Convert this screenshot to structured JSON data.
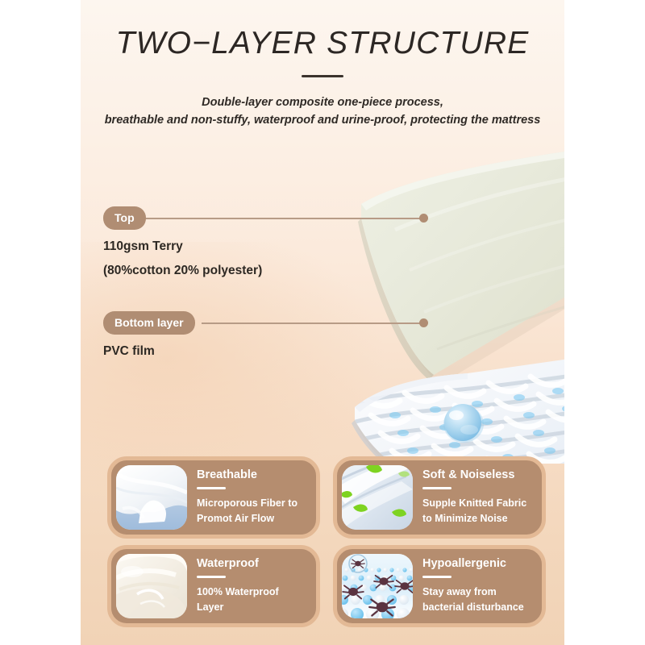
{
  "header": {
    "title": "TWO−LAYER STRUCTURE",
    "subtitle_line1": "Double-layer composite one-piece process,",
    "subtitle_line2": "breathable and non-stuffy, waterproof and urine-proof, protecting the mattress"
  },
  "callouts": [
    {
      "pill": "Top",
      "line1": "110gsm Terry",
      "line2": "(80%cotton 20% polyester)"
    },
    {
      "pill": "Bottom layer",
      "line1": "PVC film",
      "line2": ""
    }
  ],
  "cards": [
    {
      "title": "Breathable",
      "desc1": "Microporous Fiber to",
      "desc2": "Promot Air Flow",
      "thumb": "breathable-fabric-photo"
    },
    {
      "title": "Soft & Noiseless",
      "desc1": "Supple Knitted Fabric",
      "desc2": "to Minimize Noise",
      "thumb": "knitted-fabric-photo"
    },
    {
      "title": "Waterproof",
      "desc1": "100% Waterproof",
      "desc2": "Layer",
      "thumb": "waterproof-fabric-photo"
    },
    {
      "title": "Hypoallergenic",
      "desc1": "Stay away from",
      "desc2": "bacterial disturbance",
      "thumb": "dust-mite-surface-photo"
    }
  ],
  "product": {
    "top_layer_name": "terry-top-layer",
    "bottom_layer_name": "pvc-film-bottom-layer",
    "droplet_name": "water-droplet"
  },
  "colors": {
    "accent_brown": "#b08d73",
    "card_fill": "#b58d6f",
    "card_border": "#e3b995",
    "panel_top": "#fdf6ef",
    "panel_bottom": "#f1d3b6",
    "text_dark": "#2d2823"
  }
}
